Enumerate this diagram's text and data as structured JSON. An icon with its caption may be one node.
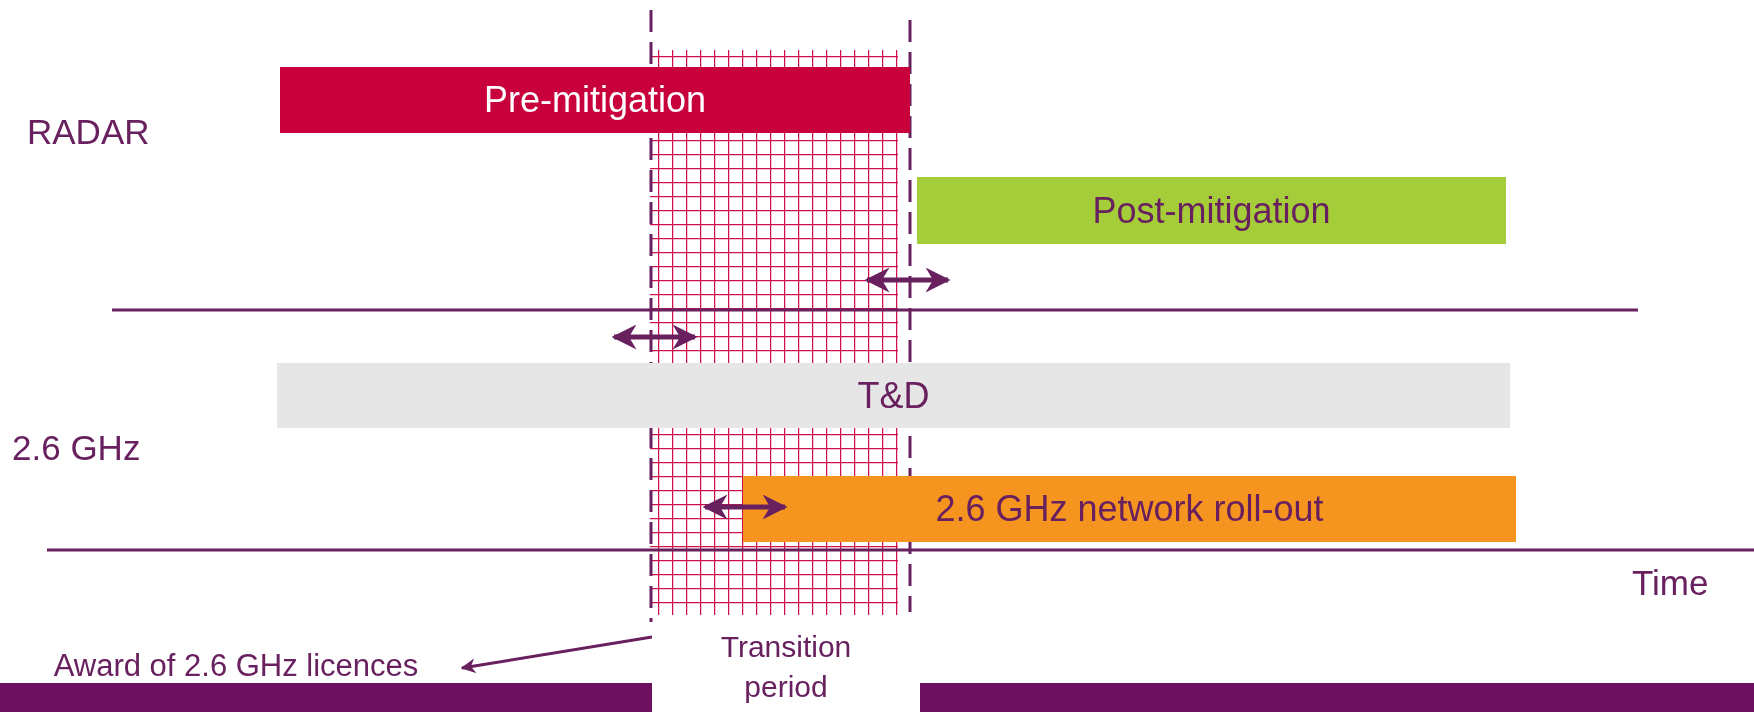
{
  "diagram": {
    "nodes": [
      {
        "text": [
          "Pre-mitigation"
        ]
      },
      {
        "text": [
          "Post-mitigation"
        ]
      },
      {
        "text": [
          "T&D"
        ]
      },
      {
        "text": [
          "2.6 GHz network roll-out"
        ]
      },
      {
        "text": [
          "Award of 2.6 GHz licences"
        ]
      },
      {
        "text": [
          "Transition period"
        ]
      }
    ],
    "edges": [
      {
        "from": 5,
        "to": 4,
        "arrow": "to"
      }
    ],
    "labels": [
      "RADAR",
      "2.6 GHz",
      "Time"
    ]
  }
}
